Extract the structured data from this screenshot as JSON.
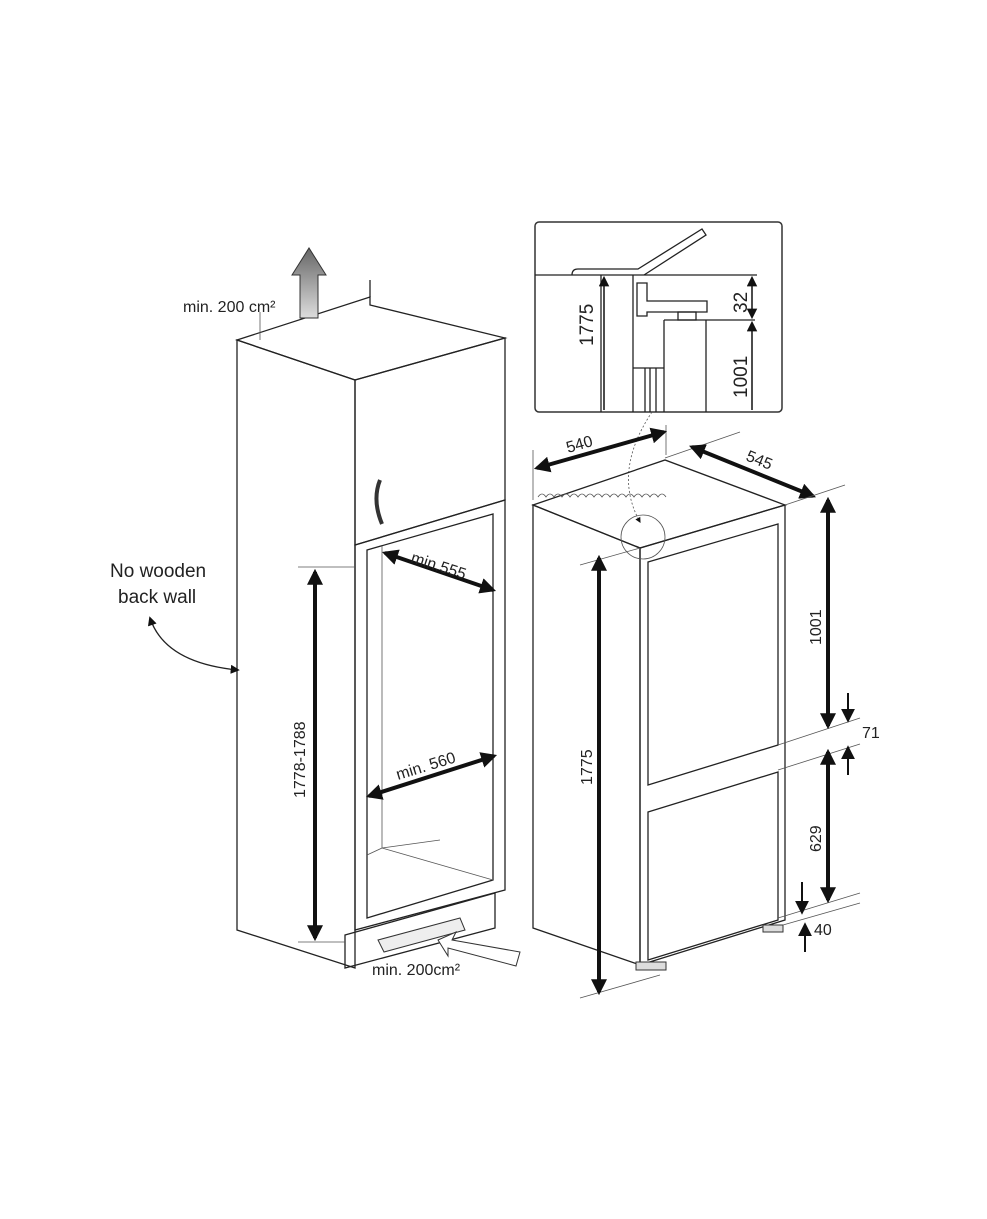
{
  "left_drawing": {
    "top_vent_label": "min. 200 cm²",
    "note_line1": "No wooden",
    "note_line2": "back wall",
    "niche_height": "1778-1788",
    "depth_min": "min.555",
    "width_min": "min. 560",
    "bottom_vent_label": "min. 200cm²"
  },
  "right_drawing": {
    "detail_height": "1775",
    "detail_gap": "32",
    "detail_upper": "1001",
    "width": "540",
    "depth": "545",
    "height": "1775",
    "upper_door": "1001",
    "door_gap": "71",
    "lower_door": "629",
    "bottom_gap": "40"
  },
  "colors": {
    "cabinet_door": "#a9abae",
    "frame": "#8e9093",
    "line": "#222222"
  }
}
